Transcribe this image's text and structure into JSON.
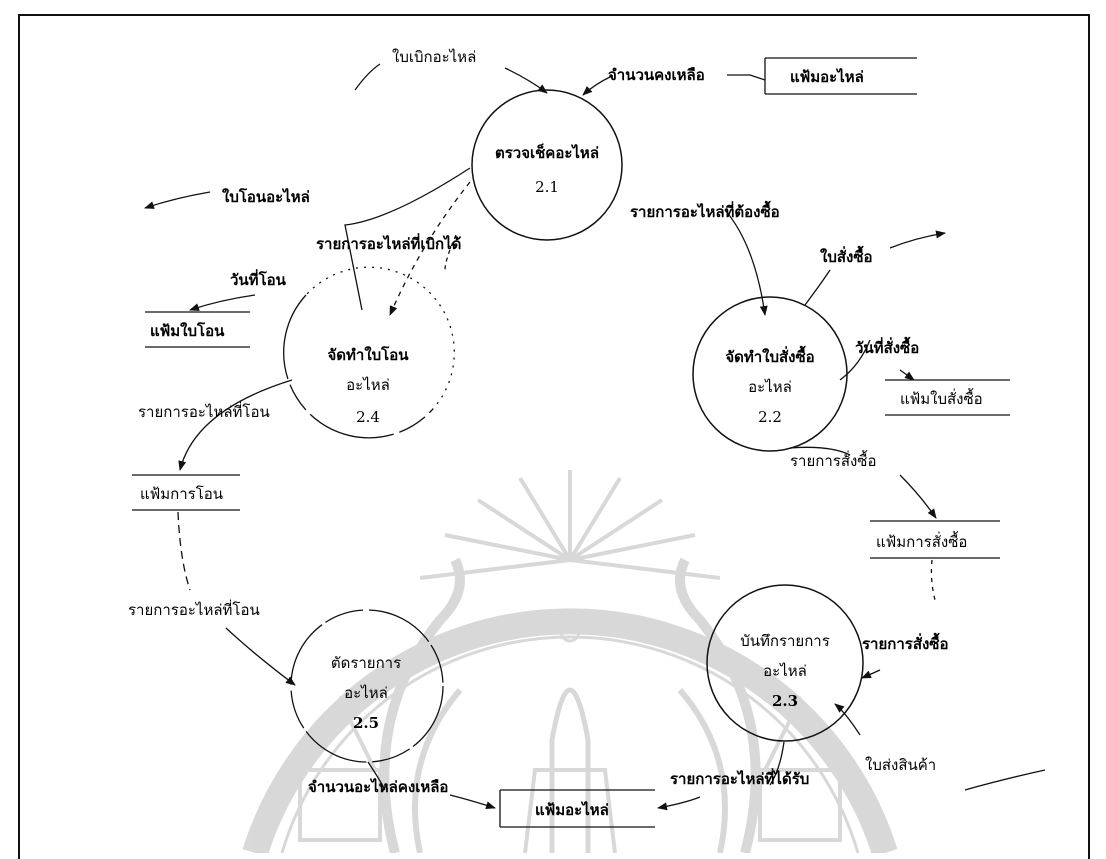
{
  "processes": [
    {
      "id": "p21",
      "name": "ตรวจเช็คอะไหล่",
      "number": "2.1"
    },
    {
      "id": "p22",
      "name_line1": "จัดทำใบสั่งซื้อ",
      "name_line2": "อะไหล่",
      "number": "2.2"
    },
    {
      "id": "p23",
      "name_line1": "บันทึกรายการ",
      "name_line2": "อะไหล่",
      "number": "2.3"
    },
    {
      "id": "p24",
      "name_line1": "จัดทำใบโอน",
      "name_line2": "อะไหล่",
      "number": "2.4"
    },
    {
      "id": "p25",
      "name_line1": "ตัดรายการ",
      "name_line2": "อะไหล่",
      "number": "2.5"
    }
  ],
  "data_stores": {
    "parts_file_top": "แฟ้มอะไหล่",
    "transfer_slip_file": "แฟ้มใบโอน",
    "purchase_order_file": "แฟ้มใบสั่งซื้อ",
    "transfer_file": "แฟ้มการโอน",
    "purchase_file": "แฟ้มการสั่งซื้อ",
    "parts_file_bottom": "แฟ้มอะไหล่"
  },
  "flows": {
    "requisition_slip": "ใบเบิกอะไหล่",
    "remaining_qty": "จำนวนคงเหลือ",
    "transfer_slip": "ใบโอนอะไหล่",
    "requisitioned_parts": "รายการอะไหล่ที่เบิกได้",
    "parts_to_buy": "รายการอะไหล่ที่ต้องซื้อ",
    "purchase_order": "ใบสั่งซื้อ",
    "transfer_date": "วันที่โอน",
    "order_date": "วันที่สั่งซื้อ",
    "transferred_parts_1": "รายการอะไหล่ที่โอน",
    "purchase_items_1": "รายการสั่งซื้อ",
    "transferred_parts_2": "รายการอะไหล่ที่โอน",
    "purchase_items_2": "รายการสั่งซื้อ",
    "delivery_note": "ใบส่งสินค้า",
    "remaining_parts_qty": "จำนวนอะไหล่คงเหลือ",
    "received_parts": "รายการอะไหล่ที่ได้รับ"
  }
}
